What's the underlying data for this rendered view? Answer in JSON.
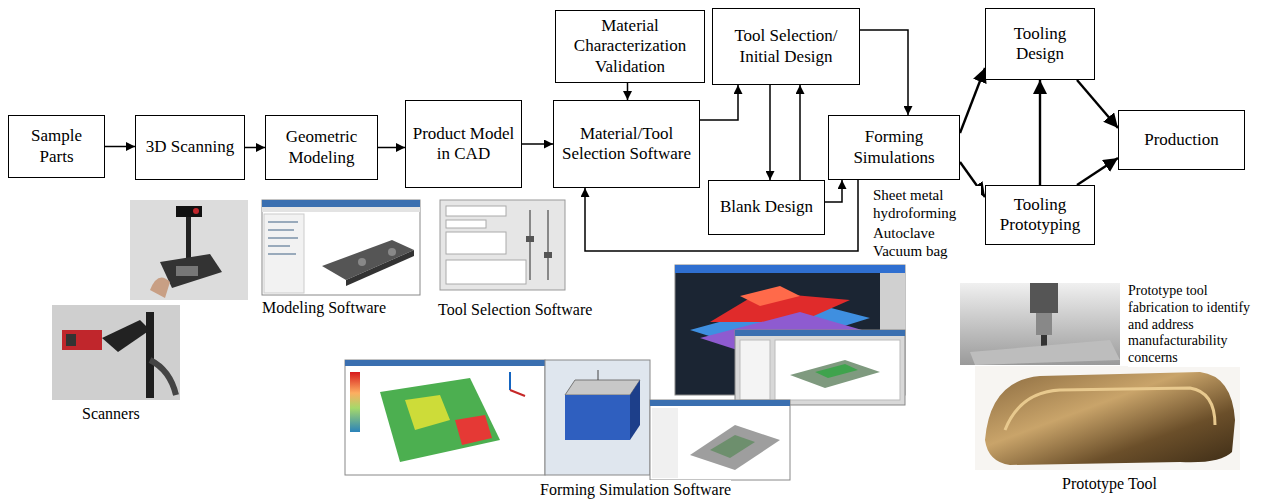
{
  "diagram": {
    "nodes": [
      {
        "text": [
          "Sample Parts"
        ]
      },
      {
        "text": [
          "3D Scanning"
        ]
      },
      {
        "text": [
          "Geometric Modeling"
        ]
      },
      {
        "text": [
          "Product Model in CAD"
        ]
      },
      {
        "text": [
          "Material Characterization Validation"
        ]
      },
      {
        "text": [
          "Material/Tool Selection Software"
        ]
      },
      {
        "text": [
          "Tool Selection/ Initial Design"
        ]
      },
      {
        "text": [
          "Blank Design"
        ]
      },
      {
        "text": [
          "Forming Simulations"
        ]
      },
      {
        "text": [
          "Tooling Design"
        ]
      },
      {
        "text": [
          "Tooling Prototyping"
        ]
      },
      {
        "text": [
          "Production"
        ]
      }
    ],
    "edges": [
      {
        "from": 0,
        "to": 1,
        "arrow": "to"
      },
      {
        "from": 1,
        "to": 2,
        "arrow": "to"
      },
      {
        "from": 2,
        "to": 3,
        "arrow": "to"
      },
      {
        "from": 3,
        "to": 5,
        "arrow": "to"
      },
      {
        "from": 4,
        "to": 5,
        "arrow": "to"
      },
      {
        "from": 5,
        "to": 6,
        "arrow": "to"
      },
      {
        "from": 6,
        "to": 7,
        "arrow": "to"
      },
      {
        "from": 7,
        "to": 6,
        "arrow": "to"
      },
      {
        "from": 6,
        "to": 8,
        "arrow": "to"
      },
      {
        "from": 7,
        "to": 8,
        "arrow": "to"
      },
      {
        "from": 8,
        "to": 5,
        "arrow": "to"
      },
      {
        "from": 8,
        "to": 9,
        "arrow": "to"
      },
      {
        "from": 8,
        "to": 10,
        "arrow": "to"
      },
      {
        "from": 10,
        "to": 9,
        "arrow": "to"
      },
      {
        "from": 9,
        "to": 11,
        "arrow": "to"
      },
      {
        "from": 10,
        "to": 11,
        "arrow": "to"
      }
    ],
    "labels": [
      "Scanners",
      "Modeling Software",
      "Tool Selection Software",
      "Sheet metal hydroforming",
      "Autoclave",
      "Vacuum bag",
      "Prototype tool fabrication to identify and address manufacturability concerns",
      "Forming Simulation Software",
      "Prototype Tool"
    ]
  }
}
